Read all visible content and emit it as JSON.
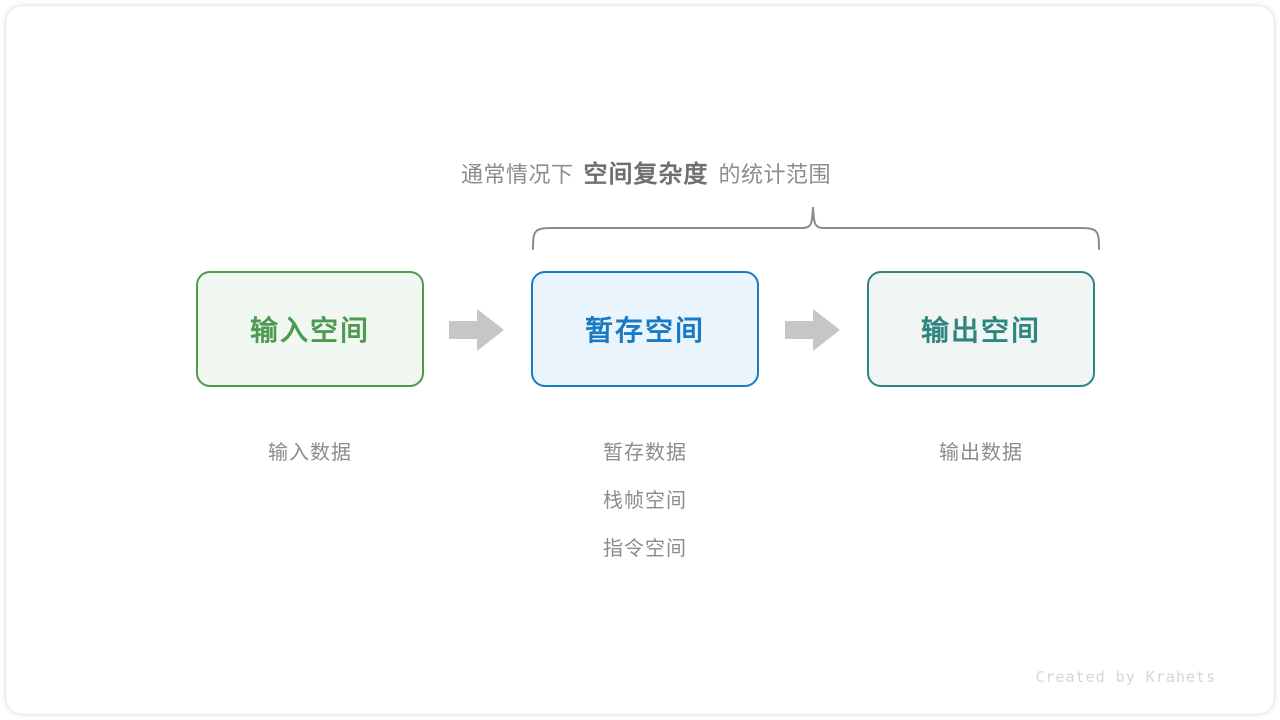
{
  "diagram": {
    "brace_caption": {
      "lead": "通常情况下",
      "emphasis": "空间复杂度",
      "tail": "的统计范围"
    },
    "nodes": [
      {
        "id": "input",
        "label": "输入空间",
        "border_color": "#4e9a51",
        "fill_color": "#f1f8f1",
        "text_color": "#4e9a51"
      },
      {
        "id": "temp",
        "label": "暂存空间",
        "border_color": "#1a7ac4",
        "fill_color": "#eaf4fc",
        "text_color": "#1a7ac4"
      },
      {
        "id": "output",
        "label": "输出空间",
        "border_color": "#2f8580",
        "fill_color": "#eff6f4",
        "text_color": "#2f8580"
      }
    ],
    "captions": {
      "input": [
        "输入数据"
      ],
      "temp": [
        "暂存数据",
        "栈帧空间",
        "指令空间"
      ],
      "output": [
        "输出数据"
      ]
    },
    "arrow_color": "#c6c6c6",
    "brace_color": "#8c8c8c"
  },
  "footer": {
    "credit": "Created by Krahets"
  }
}
